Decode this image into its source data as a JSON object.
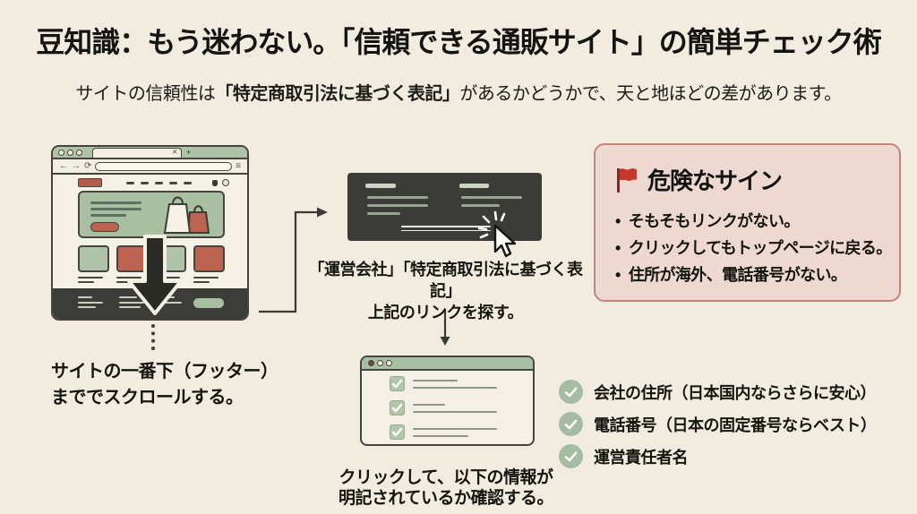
{
  "header": {
    "title": "豆知識：もう迷わない。「信頼できる通販サイト」の簡単チェック術",
    "subtitle": {
      "pre": "サイトの信頼性は",
      "em": "「特定商取引法に基づく表記」",
      "post": "があるかどうかで、天と地ほどの差があります。"
    }
  },
  "flow": {
    "step1": {
      "caption_line1": "サイトの一番下（フッター）",
      "caption_line2": "まででスクロールする。"
    },
    "step2": {
      "caption_line1": "「運営会社」「特定商取引法に基づく表記」",
      "caption_line2": "上記のリンクを探す。"
    },
    "step3": {
      "caption_line1": "クリックして、以下の情報が",
      "caption_line2": "明記されているか確認する。"
    }
  },
  "danger": {
    "title": "危険なサイン",
    "items": [
      "そもそもリンクがない。",
      "クリックしてもトップページに戻る。",
      "住所が海外、電話番号がない。"
    ]
  },
  "verified": {
    "items": [
      "会社の住所（日本国内ならさらに安心）",
      "電話番号（日本の固定番号ならベスト）",
      "運営責任者名"
    ]
  },
  "icons": {
    "back": "←",
    "forward": "→",
    "reload": "⟳",
    "menu": "≡",
    "tab_close": "✕",
    "new_tab": "+"
  },
  "colors": {
    "background": "#f1ebe0",
    "ink": "#1a1a17",
    "sage_green": "#a9bfa2",
    "brick_red": "#bc6451",
    "charcoal": "#3b3c37",
    "pink_panel": "#eed8d2",
    "pink_border": "#c6837b",
    "flag_red": "#c8372d",
    "check_green": "#a6bca2"
  }
}
